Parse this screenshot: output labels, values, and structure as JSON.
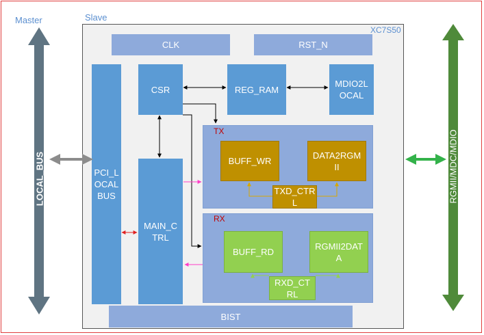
{
  "labels": {
    "master": "Master",
    "slave": "Slave",
    "chip": "XC7S50",
    "local_bus": "LOCAL_BUS",
    "rgmii": "RGMII/MDC/MDIO",
    "tx": "TX",
    "rx": "RX"
  },
  "blocks": {
    "clk": "CLK",
    "rst_n": "RST_N",
    "pci_localbus": [
      "PCI_L",
      "OCAL",
      "BUS"
    ],
    "csr": "CSR",
    "reg_ram": "REG_RAM",
    "mdio2local": [
      "MDIO2L",
      "OCAL"
    ],
    "main_ctrl": [
      "MAIN_C",
      "TRL"
    ],
    "buff_wr": "BUFF_WR",
    "data2rgmii": [
      "DATA2RGM",
      "II"
    ],
    "txd_ctrl": [
      "TXD_CTR",
      "L"
    ],
    "buff_rd": "BUFF_RD",
    "rgmii2data": [
      "RGMII2DAT",
      "A"
    ],
    "rxd_ctrl": [
      "RXD_CT",
      "RL"
    ],
    "bist": "BIST"
  },
  "colors": {
    "block_blue": "#5b9bd5",
    "bar_blue": "#8eaadb",
    "tx_gold": "#bf9000",
    "rx_green": "#92d050",
    "left_bus_arrow": "#5f7482",
    "right_bus_arrow": "#4f8a3a",
    "link_pink": "#ff3dc8",
    "link_red": "#e02020",
    "link_green": "#33b24a"
  }
}
